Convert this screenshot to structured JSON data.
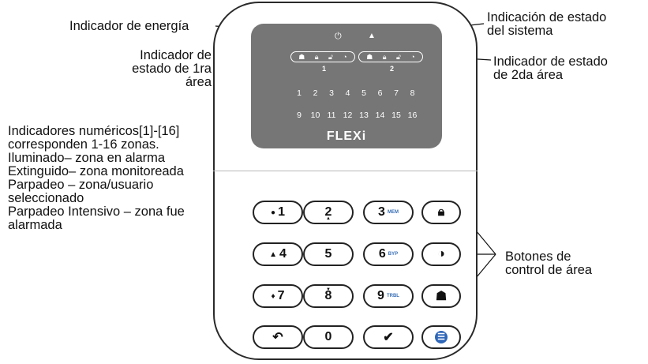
{
  "annotations": {
    "power_indicator": "Indicador de energía",
    "area1_status": "Indicador de\nestado de 1ra área",
    "numeric_indicators": "Indicadores numéricos[1]-[16]\ncorresponden 1-16 zonas.\nIluminado– zona en alarma\nExtinguido– zona monitoreada\nParpadeo – zona/usuario\nseleccionado\nParpadeo Intensivo – zona fue\nalarmada",
    "system_status": "Indicación de estado\ndel sistema",
    "area2_status": "Indicador de estado\nde 2da área",
    "area_buttons": "Botones de\ncontrol de área"
  },
  "display": {
    "power_icon": "⏻",
    "system_icon": "▲",
    "area1_icons": [
      "☗",
      "🔒︎",
      "🔓︎",
      "◔"
    ],
    "area2_icons": [
      "☗",
      "🔒︎",
      "🔓︎",
      "◔"
    ],
    "area1_tag": "1",
    "area2_tag": "2",
    "zones": [
      "1",
      "2",
      "3",
      "4",
      "5",
      "6",
      "7",
      "8",
      "9",
      "10",
      "11",
      "12",
      "13",
      "14",
      "15",
      "16"
    ],
    "brand": "FLEXi",
    "icons": {
      "power": "power-icon",
      "system": "warning-icon",
      "area": [
        "home-icon",
        "lock-icon",
        "unlock-icon",
        "night-icon"
      ]
    }
  },
  "keypad": {
    "keys": [
      {
        "id": "key-1",
        "label": "1",
        "glyph": "●",
        "sub": ""
      },
      {
        "id": "key-2",
        "label": "2",
        "glyph": "",
        "sub": "",
        "arrow_up": "▲"
      },
      {
        "id": "key-3",
        "label": "3",
        "glyph": "",
        "sub": "MEM"
      },
      {
        "id": "key-4",
        "label": "4",
        "glyph": "▲",
        "sub": ""
      },
      {
        "id": "key-5",
        "label": "5",
        "glyph": "",
        "sub": ""
      },
      {
        "id": "key-6",
        "label": "6",
        "glyph": "",
        "sub": "BYP"
      },
      {
        "id": "key-7",
        "label": "7",
        "glyph": "♦",
        "sub": ""
      },
      {
        "id": "key-8",
        "label": "8",
        "glyph": "",
        "sub": "",
        "arrow_down": "▼"
      },
      {
        "id": "key-9",
        "label": "9",
        "glyph": "",
        "sub": "TRBL"
      },
      {
        "id": "key-back",
        "label": "↶",
        "glyph": "",
        "sub": ""
      },
      {
        "id": "key-0",
        "label": "0",
        "glyph": "",
        "sub": ""
      },
      {
        "id": "key-ok",
        "label": "✔",
        "glyph": "",
        "sub": ""
      }
    ],
    "area_keys": [
      {
        "id": "key-arm-away",
        "label": "🔒︎",
        "icon": "lock-icon"
      },
      {
        "id": "key-arm-night",
        "label": "◑",
        "icon": "night-home-icon"
      },
      {
        "id": "key-arm-stay",
        "label": "☗",
        "icon": "home-icon"
      },
      {
        "id": "key-menu",
        "label": "☰",
        "icon": "menu-icon"
      }
    ],
    "accent_color": "#2e66b8"
  }
}
